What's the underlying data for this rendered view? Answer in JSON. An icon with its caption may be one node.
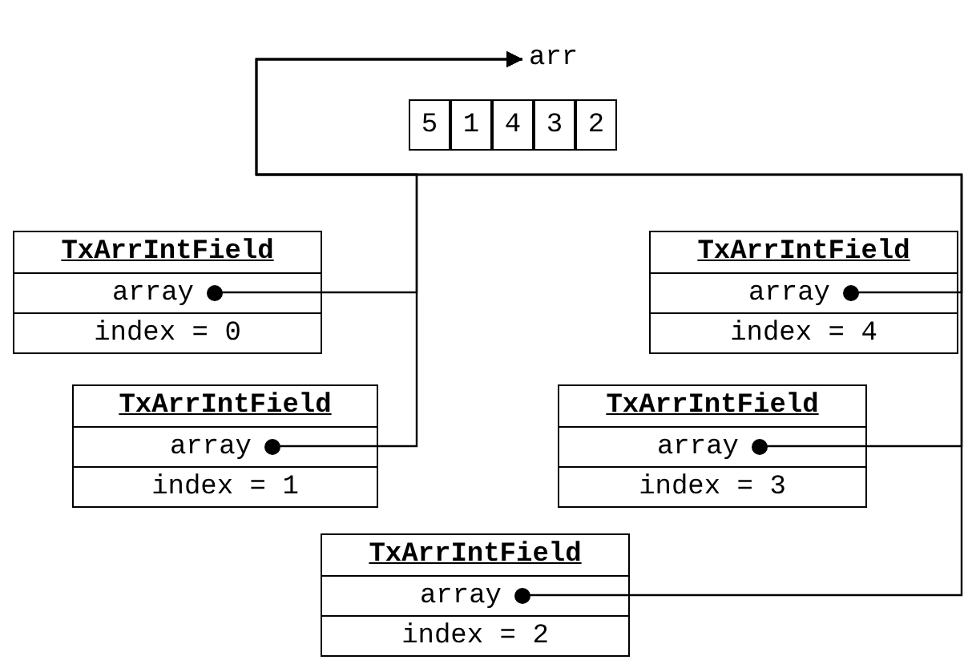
{
  "diagram": {
    "nodes": [
      {
        "text": [
          "arr"
        ]
      },
      {
        "text": [
          "5"
        ],
        "in": 0
      },
      {
        "text": [
          "1"
        ],
        "in": 0
      },
      {
        "text": [
          "4"
        ],
        "in": 0
      },
      {
        "text": [
          "3"
        ],
        "in": 0
      },
      {
        "text": [
          "2"
        ],
        "in": 0
      },
      {
        "text": [
          "TxArrIntField",
          "array",
          "index = 0"
        ]
      },
      {
        "text": [
          "TxArrIntField",
          "array",
          "index = 4"
        ]
      },
      {
        "text": [
          "TxArrIntField",
          "array",
          "index = 1"
        ]
      },
      {
        "text": [
          "TxArrIntField",
          "array",
          "index = 3"
        ]
      },
      {
        "text": [
          "TxArrIntField",
          "array",
          "index = 2"
        ]
      }
    ],
    "edges": [
      {
        "from": 6,
        "to": 0,
        "arrow": "to"
      },
      {
        "from": 7,
        "to": 0,
        "arrow": "to"
      },
      {
        "from": 8,
        "to": 0,
        "arrow": "to"
      },
      {
        "from": 9,
        "to": 0,
        "arrow": "to"
      },
      {
        "from": 10,
        "to": 0,
        "arrow": "to"
      }
    ]
  }
}
